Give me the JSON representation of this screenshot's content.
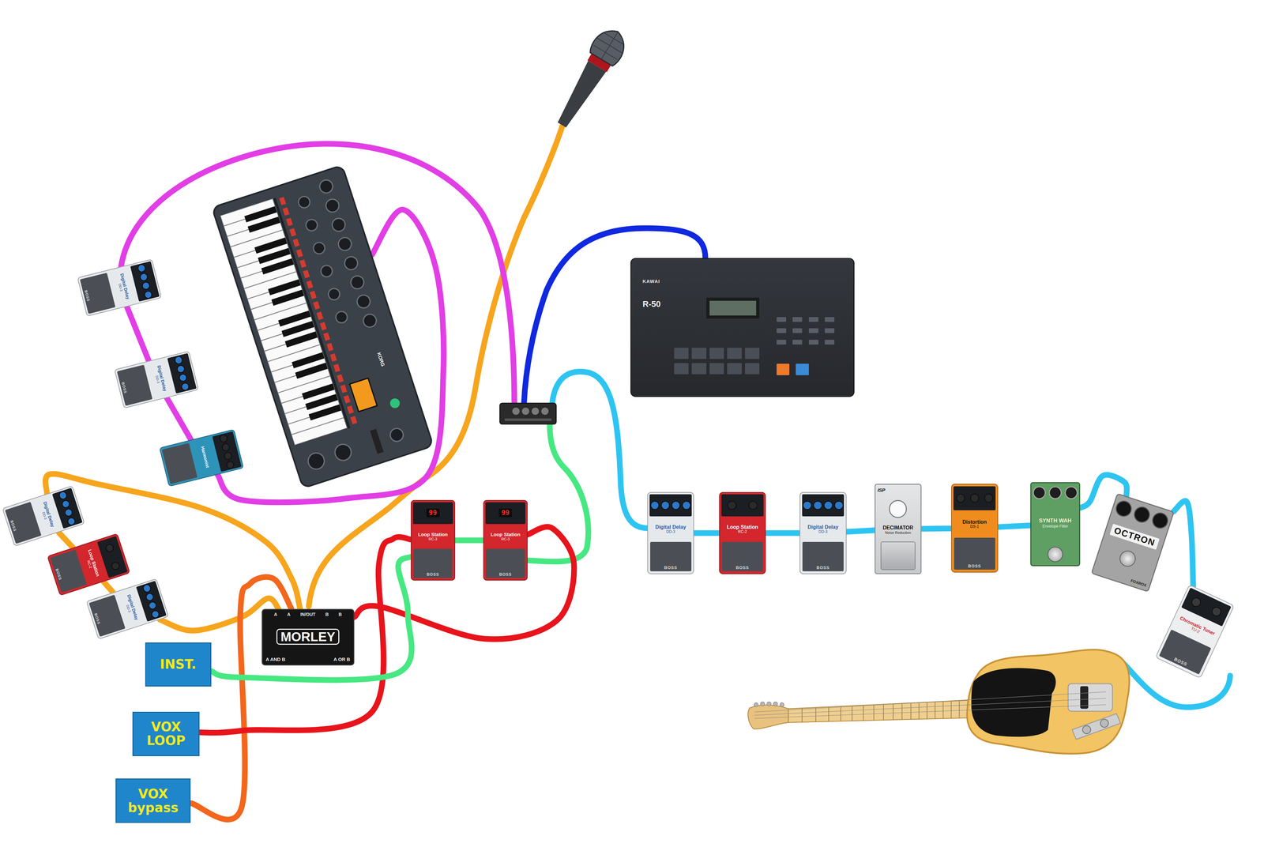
{
  "diagram": {
    "nodes": [
      {
        "text": [
          "INST."
        ]
      },
      {
        "text": [
          "VOX LOOP"
        ]
      },
      {
        "text": [
          "VOX bypass"
        ]
      },
      {
        "text": [
          "A",
          "A",
          "IN/OUT",
          "B",
          "B",
          "MORLEY",
          "A AND B",
          "A OR B"
        ]
      },
      {
        "text": [
          "Digital Delay",
          "DD-3",
          "BOSS"
        ]
      },
      {
        "text": [
          "Loop Station",
          "RC-2",
          "BOSS"
        ]
      },
      {
        "text": [
          "Digital Delay",
          "DD-3",
          "BOSS"
        ]
      },
      {
        "text": [
          "Digital Delay",
          "DD-3",
          "BOSS"
        ]
      },
      {
        "text": [
          "Digital Delay",
          "DD-3",
          "BOSS"
        ]
      },
      {
        "text": [
          "Harmonist"
        ]
      },
      {
        "text": [
          "KORG"
        ]
      },
      {
        "text": [
          "99",
          "Loop Station",
          "RC-3",
          "BOSS"
        ]
      },
      {
        "text": [
          "99",
          "Loop Station",
          "RC-3",
          "BOSS"
        ]
      },
      {
        "text": [
          "KAWAI",
          "R-50"
        ]
      },
      {
        "text": [
          "Digital Delay",
          "DD-3",
          "BOSS"
        ]
      },
      {
        "text": [
          "Loop Station",
          "RC-2",
          "BOSS"
        ]
      },
      {
        "text": [
          "Digital Delay",
          "DD-3",
          "BOSS"
        ]
      },
      {
        "text": [
          "ISP",
          "DECIMATOR",
          "Noise Reduction"
        ]
      },
      {
        "text": [
          "Distortion",
          "DS-1",
          "BOSS"
        ]
      },
      {
        "text": [
          "SYNTH WAH",
          "Envelope Filter"
        ]
      },
      {
        "text": [
          "OCTRON",
          "FOXROX"
        ]
      },
      {
        "text": [
          "Chromatic Tuner",
          "TU-2",
          "BOSS"
        ]
      }
    ],
    "edges": [
      {
        "from": 21,
        "to": 20,
        "arrow": "none"
      },
      {
        "from": 20,
        "to": 19,
        "arrow": "none"
      },
      {
        "from": 19,
        "to": 18,
        "arrow": "none"
      },
      {
        "from": 18,
        "to": 17,
        "arrow": "none"
      },
      {
        "from": 17,
        "to": 16,
        "arrow": "none"
      },
      {
        "from": 16,
        "to": 15,
        "arrow": "none"
      },
      {
        "from": 15,
        "to": 14,
        "arrow": "none"
      },
      {
        "from": 10,
        "to": 9,
        "arrow": "none"
      },
      {
        "from": 9,
        "to": 8,
        "arrow": "none"
      },
      {
        "from": 8,
        "to": 7,
        "arrow": "none"
      },
      {
        "from": 3,
        "to": 4,
        "arrow": "none"
      },
      {
        "from": 4,
        "to": 5,
        "arrow": "none"
      },
      {
        "from": 5,
        "to": 6,
        "arrow": "none"
      },
      {
        "from": 6,
        "to": 3,
        "arrow": "none"
      },
      {
        "from": 2,
        "to": 3,
        "arrow": "none"
      },
      {
        "from": 1,
        "to": 11,
        "arrow": "none"
      },
      {
        "from": 3,
        "to": 12,
        "arrow": "none"
      },
      {
        "from": 0,
        "to": 11,
        "arrow": "none"
      },
      {
        "from": 11,
        "to": 12,
        "arrow": "none"
      }
    ]
  }
}
